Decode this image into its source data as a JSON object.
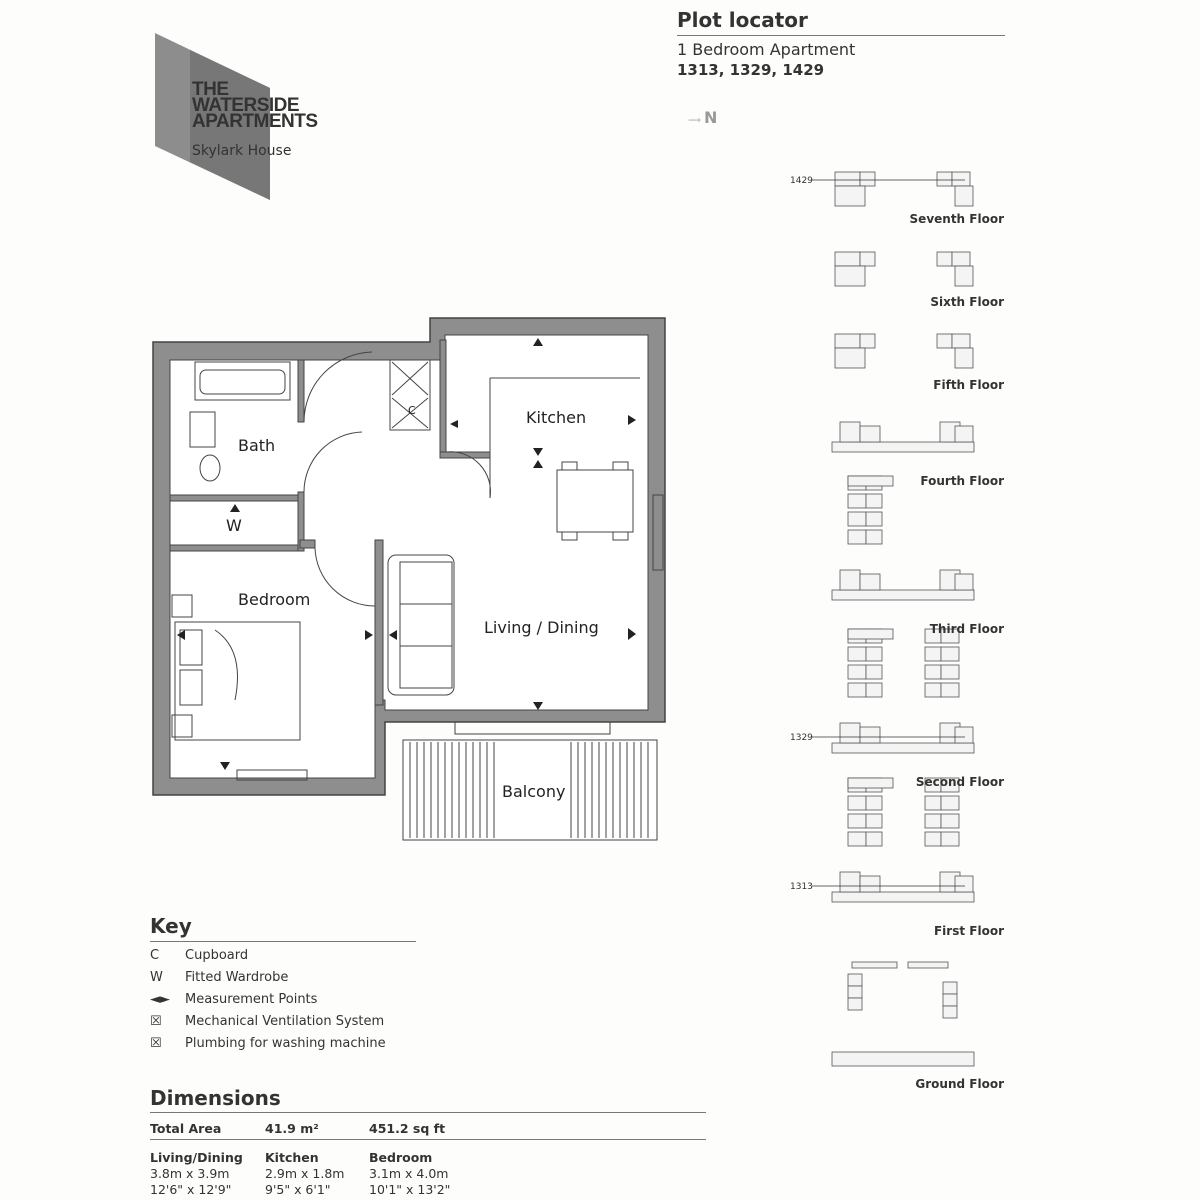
{
  "logo": {
    "line1": "THE",
    "line2": "WATERSIDE",
    "line3": "APARTMENTS",
    "subtitle": "Skylark House"
  },
  "plot_locator": {
    "title": "Plot locator",
    "type": "1 Bedroom Apartment",
    "plots": "1313, 1329, 1429",
    "north": "N",
    "floors": [
      {
        "label": "Seventh Floor",
        "marker": "1429"
      },
      {
        "label": "Sixth Floor"
      },
      {
        "label": "Fifth Floor"
      },
      {
        "label": "Fourth Floor"
      },
      {
        "label": "Third Floor"
      },
      {
        "label": "Second Floor",
        "marker": "1329"
      },
      {
        "label": "First Floor",
        "marker": "1313"
      },
      {
        "label": "Ground Floor"
      }
    ]
  },
  "plan": {
    "rooms": {
      "bath": "Bath",
      "kitchen": "Kitchen",
      "bedroom": "Bedroom",
      "living": "Living / Dining",
      "balcony": "Balcony",
      "wardrobe": "W",
      "cupboard": "C"
    }
  },
  "key": {
    "title": "Key",
    "items": [
      {
        "symbol": "C",
        "label": "Cupboard"
      },
      {
        "symbol": "W",
        "label": "Fitted Wardrobe"
      },
      {
        "symbol": "◄►",
        "label": "Measurement Points"
      },
      {
        "symbol": "☒",
        "label": "Mechanical Ventilation System"
      },
      {
        "symbol": "☒",
        "label": "Plumbing for washing machine"
      }
    ]
  },
  "dimensions": {
    "title": "Dimensions",
    "total_label": "Total Area",
    "total_m2": "41.9 m²",
    "total_sqft": "451.2 sq ft",
    "rooms": [
      {
        "name": "Living/Dining",
        "metric": "3.8m x 3.9m",
        "imperial": "12'6\" x 12'9\""
      },
      {
        "name": "Kitchen",
        "metric": "2.9m x 1.8m",
        "imperial": "9'5\" x 6'1\""
      },
      {
        "name": "Bedroom",
        "metric": "3.1m x 4.0m",
        "imperial": "10'1\" x 13'2\""
      }
    ]
  }
}
